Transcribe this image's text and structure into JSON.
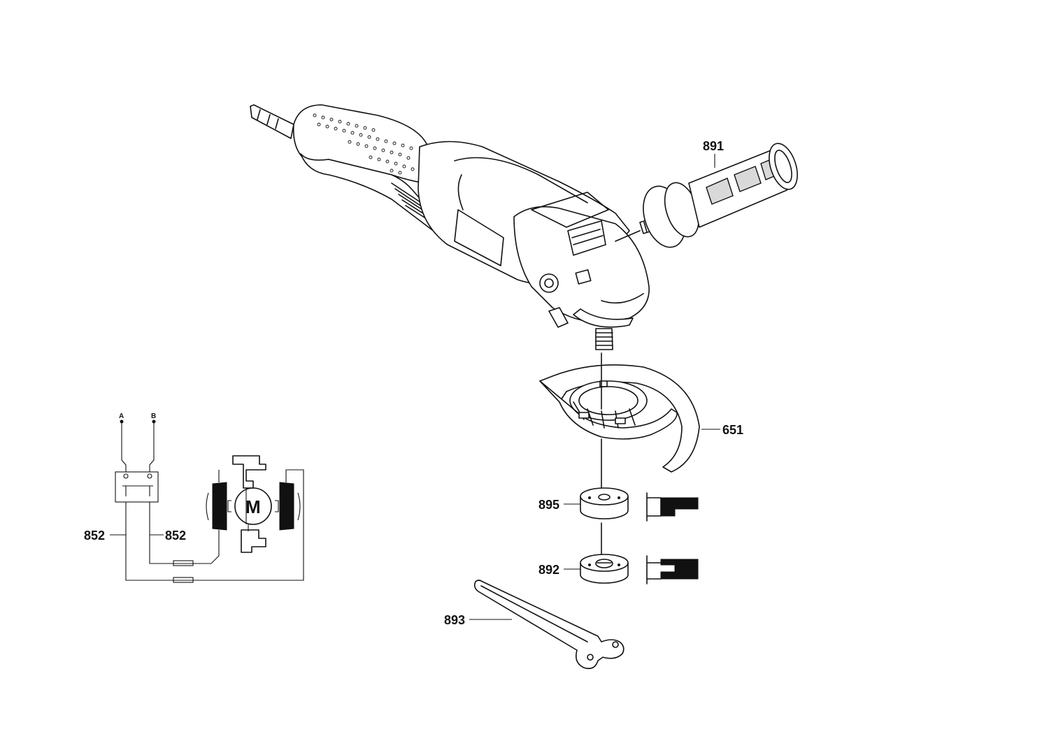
{
  "parts": {
    "p891": "891",
    "p651": "651",
    "p895": "895",
    "p892": "892",
    "p893": "893",
    "p852_left": "852",
    "p852_right": "852"
  },
  "wiring": {
    "terminal_a": "A",
    "terminal_b": "B",
    "motor": "M"
  }
}
